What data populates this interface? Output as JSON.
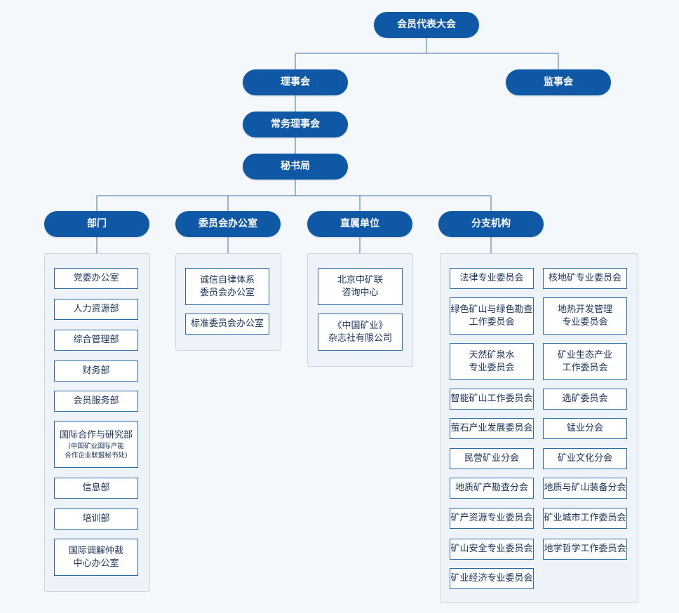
{
  "top": {
    "general_assembly": "会员代表大会",
    "council": "理事会",
    "supervisory_board": "监事会",
    "standing_council": "常务理事会",
    "secretariat": "秘书局"
  },
  "branches": {
    "departments": {
      "title": "部门",
      "items": [
        {
          "label": "党委办公室"
        },
        {
          "label": "人力资源部"
        },
        {
          "label": "综合管理部"
        },
        {
          "label": "财务部"
        },
        {
          "label": "会员服务部"
        },
        {
          "label": "国际合作与研究部",
          "note1": "(中国矿业国际产能",
          "note2": "合作企业联盟秘书处)"
        },
        {
          "label": "信息部"
        },
        {
          "label": "培训部"
        },
        {
          "label": "国际调解仲裁",
          "label2": "中心办公室"
        }
      ]
    },
    "committee_office": {
      "title": "委员会办公室",
      "items": [
        {
          "label": "诚信自律体系",
          "label2": "委员会办公室"
        },
        {
          "label": "标准委员会办公室"
        }
      ]
    },
    "affiliated": {
      "title": "直属单位",
      "items": [
        {
          "label": "北京中矿联",
          "label2": "咨询中心"
        },
        {
          "label": "《中国矿业》",
          "label2": "杂志社有限公司"
        }
      ]
    },
    "branch_orgs": {
      "title": "分支机构",
      "items": [
        {
          "label": "法律专业委员会"
        },
        {
          "label": "核地矿专业委员会"
        },
        {
          "label": "绿色矿山与绿色勘查",
          "label2": "工作委员会"
        },
        {
          "label": "地热开发管理",
          "label2": "专业委员会"
        },
        {
          "label": "天然矿泉水",
          "label2": "专业委员会"
        },
        {
          "label": "矿业生态产业",
          "label2": "工作委员会"
        },
        {
          "label": "智能矿山工作委员会"
        },
        {
          "label": "选矿委员会"
        },
        {
          "label": "萤石产业发展委员会"
        },
        {
          "label": "锰业分会"
        },
        {
          "label": "民营矿业分会"
        },
        {
          "label": "矿业文化分会"
        },
        {
          "label": "地质矿产勘查分会"
        },
        {
          "label": "地质与矿山装备分会"
        },
        {
          "label": "矿产资源专业委员会"
        },
        {
          "label": "矿业城市工作委员会"
        },
        {
          "label": "矿山安全专业委员会"
        },
        {
          "label": "地学哲学工作委员会"
        },
        {
          "label": "矿业经济专业委员会"
        }
      ]
    }
  },
  "colors": {
    "pill": "#0e58a6",
    "box_border": "#2c6aa8",
    "panel_bg": "#edf3f9",
    "connector": "#3a6fa8"
  }
}
